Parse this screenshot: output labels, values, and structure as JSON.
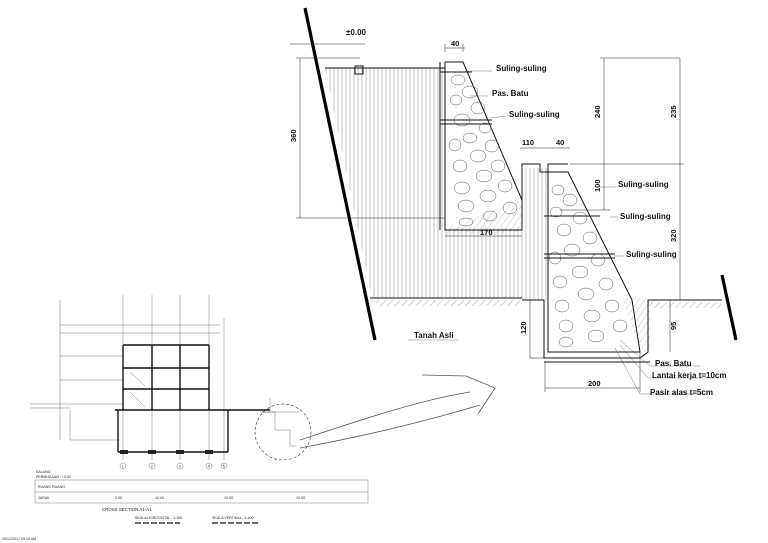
{
  "detail": {
    "level_mark": "±0.00",
    "labels": {
      "suling_1": "Suling-suling",
      "pas_batu_1": "Pas. Batu",
      "suling_2": "Suling-suling",
      "suling_3": "Suling-suling",
      "suling_4": "Suling-suling",
      "suling_5": "Suling-suling",
      "tanah_asli": "Tanah Asli",
      "pas_batu_2": "Pas. Batu",
      "lantai_kerja": "Lantai kerja t=10cm",
      "pasir_alas": "Pasir alas t=5cm"
    },
    "dims": {
      "d40_top": "40",
      "d360": "360",
      "d240": "240",
      "d235": "235",
      "d110": "110",
      "d40_mid": "40",
      "d100": "100",
      "d170": "170",
      "d320": "320",
      "d120": "120",
      "d95": "95",
      "d200": "200"
    }
  },
  "overview": {
    "title_line_1": "SALANG",
    "title_line_2": "PERMUKAAN : +0.00",
    "row_1": "RUANG RUANG",
    "row_2": "JARAK",
    "row_2_values": [
      "2.00",
      "10.00",
      "10.00",
      "10.00"
    ],
    "section_title": "CROSS SECTION A1-A1",
    "scale_note_1": "SKALA HORIZONTAL : 1:100",
    "scale_note_2": "SKALA VERTIKAL : 1:100",
    "grid_labels": [
      "1",
      "2",
      "3",
      "4",
      "5"
    ]
  },
  "footer_stamp": "15/12/2017 09:15 AM"
}
